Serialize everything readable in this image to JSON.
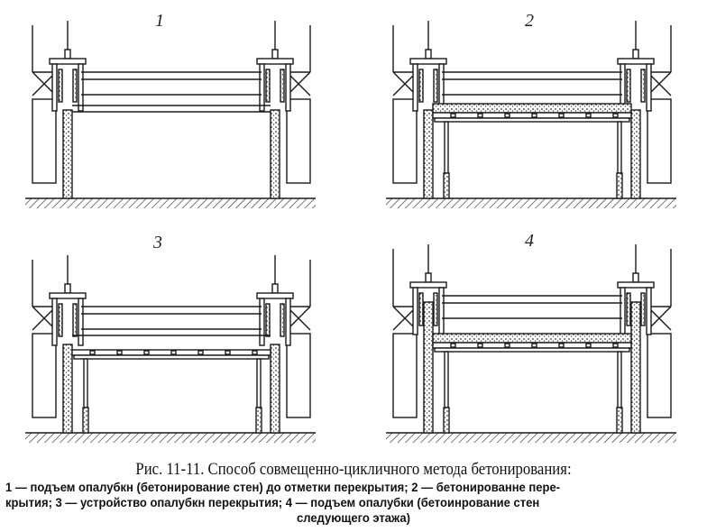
{
  "figure": {
    "panels": [
      {
        "label": "1",
        "stage": "wall-concreting"
      },
      {
        "label": "2",
        "stage": "slab-concreting"
      },
      {
        "label": "3",
        "stage": "slab-formwork"
      },
      {
        "label": "4",
        "stage": "formwork-lift"
      }
    ]
  },
  "caption": {
    "title": "Рис. 11-11. Способ совмещенно-цикличного метода бетонирования:",
    "legend_line1": "1 — подъем опалубкн (бетонирование стен) до отметки перекрытия; 2 — бетонированне пере-",
    "legend_line2": "крытия; 3 — устройство опалубкн перекрытия; 4 — подъем опалубки (бетоинрование стен",
    "legend_line3": "следующего этажа)"
  },
  "colors": {
    "ink": "#1a1a1a",
    "paper": "#ffffff"
  }
}
